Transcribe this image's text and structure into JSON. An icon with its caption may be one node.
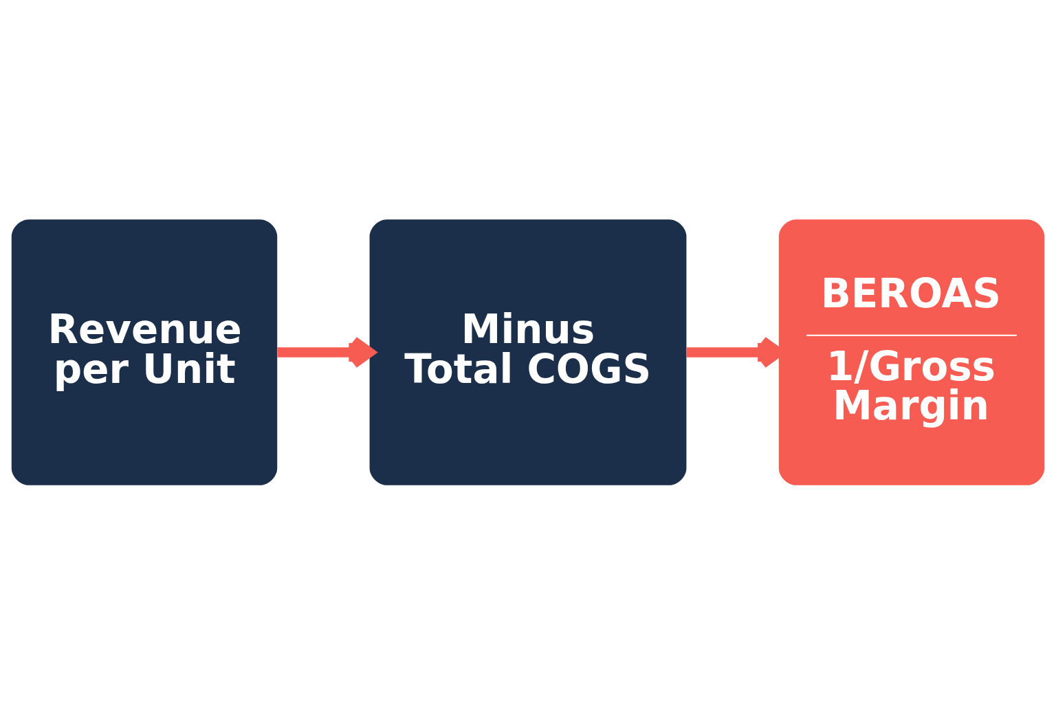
{
  "diagram": {
    "nodes": [
      {
        "text": [
          "Revenue per Unit"
        ]
      },
      {
        "text": [
          "Minus Total COGS"
        ]
      },
      {
        "text": [
          "BEROAS",
          "1/Gross Margin"
        ]
      }
    ],
    "edges": [
      {
        "from": 0,
        "to": 1,
        "arrow": "to"
      },
      {
        "from": 1,
        "to": 2,
        "arrow": "to"
      }
    ]
  }
}
